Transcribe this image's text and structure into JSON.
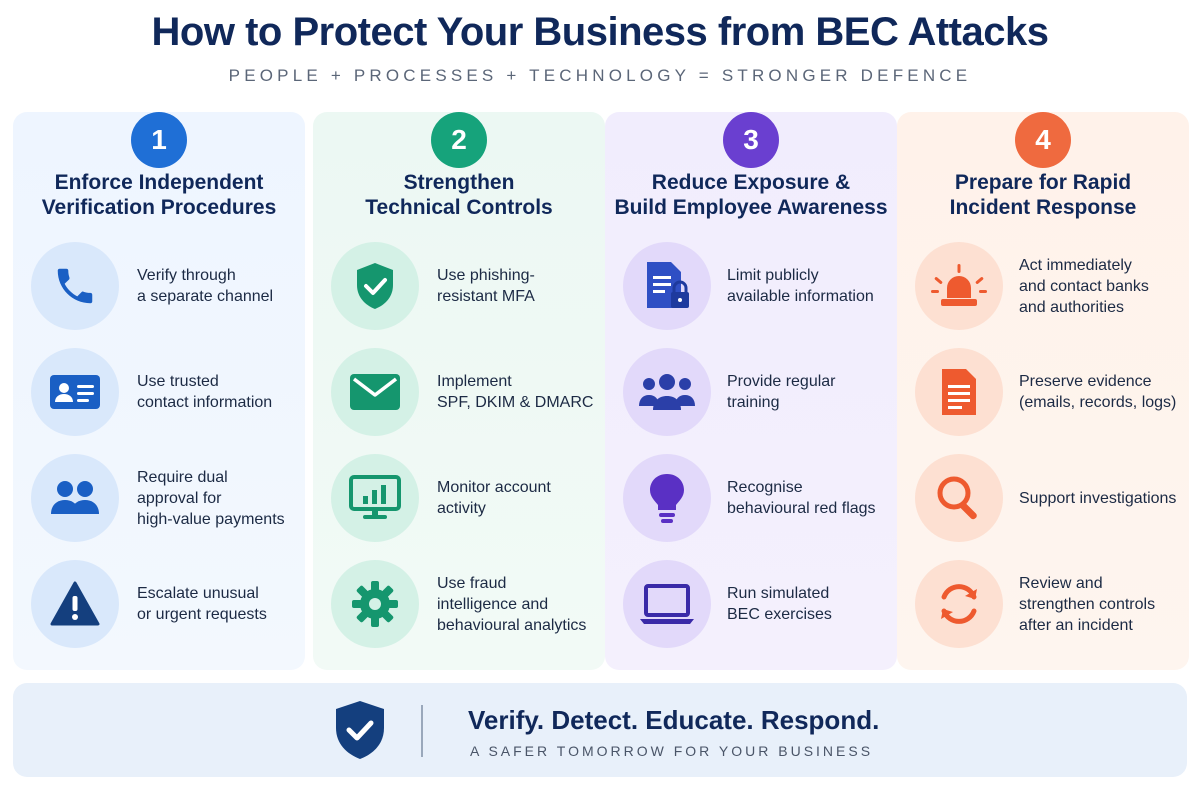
{
  "title": "How to Protect Your Business from BEC Attacks",
  "subtitle": "PEOPLE + PROCESSES + TECHNOLOGY = STRONGER DEFENCE",
  "columns": [
    {
      "number": "1",
      "title_lines": [
        "Enforce Independent",
        "Verification Procedures"
      ],
      "accent": "#1f6fd6",
      "items": [
        {
          "icon": "phone-icon",
          "lines": [
            "Verify through",
            "a separate channel"
          ]
        },
        {
          "icon": "contact-card-icon",
          "lines": [
            "Use trusted",
            "contact information"
          ]
        },
        {
          "icon": "two-people-icon",
          "lines": [
            "Require dual",
            "approval for",
            "high-value payments"
          ]
        },
        {
          "icon": "warning-icon",
          "lines": [
            "Escalate unusual",
            "or urgent requests"
          ]
        }
      ]
    },
    {
      "number": "2",
      "title_lines": [
        "Strengthen",
        "Technical Controls"
      ],
      "accent": "#16a37b",
      "items": [
        {
          "icon": "shield-check-icon",
          "lines": [
            "Use phishing-",
            "resistant MFA"
          ]
        },
        {
          "icon": "envelope-icon",
          "lines": [
            "Implement",
            "SPF, DKIM & DMARC"
          ]
        },
        {
          "icon": "monitor-chart-icon",
          "lines": [
            "Monitor account",
            "activity"
          ]
        },
        {
          "icon": "gear-icon",
          "lines": [
            "Use fraud",
            "intelligence and",
            "behavioural analytics"
          ]
        }
      ]
    },
    {
      "number": "3",
      "title_lines": [
        "Reduce Exposure &",
        "Build Employee Awareness"
      ],
      "accent": "#6a3fd0",
      "items": [
        {
          "icon": "document-lock-icon",
          "lines": [
            "Limit publicly",
            "available information"
          ]
        },
        {
          "icon": "group-icon",
          "lines": [
            "Provide regular",
            "training"
          ]
        },
        {
          "icon": "lightbulb-icon",
          "lines": [
            "Recognise",
            "behavioural red flags"
          ]
        },
        {
          "icon": "laptop-icon",
          "lines": [
            "Run simulated",
            "BEC exercises"
          ]
        }
      ]
    },
    {
      "number": "4",
      "title_lines": [
        "Prepare for Rapid",
        "Incident Response"
      ],
      "accent": "#ef6a3f",
      "items": [
        {
          "icon": "alarm-icon",
          "lines": [
            "Act immediately",
            "and contact banks",
            "and authorities"
          ]
        },
        {
          "icon": "document-icon",
          "lines": [
            "Preserve evidence",
            "(emails, records, logs)"
          ]
        },
        {
          "icon": "magnifier-icon",
          "lines": [
            "Support investigations"
          ]
        },
        {
          "icon": "refresh-icon",
          "lines": [
            "Review and",
            "strengthen controls",
            "after an incident"
          ]
        }
      ]
    }
  ],
  "footer": {
    "icon": "shield-check-icon",
    "main": "Verify. Detect. Educate. Respond.",
    "sub": "A SAFER TOMORROW FOR YOUR BUSINESS"
  }
}
